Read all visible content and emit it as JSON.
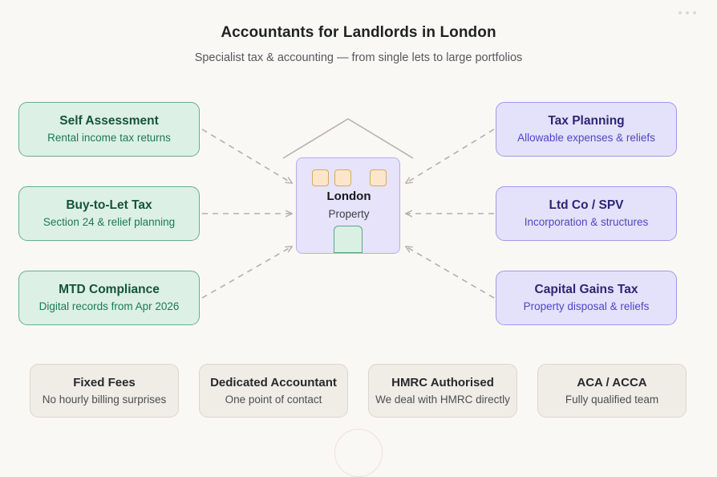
{
  "page": {
    "background_color": "#faf8f4",
    "menu_dots": "•••"
  },
  "header": {
    "title": "Accountants for Landlords in London",
    "subtitle": "Specialist tax & accounting — from single lets to large portfolios"
  },
  "center": {
    "label": "London",
    "sublabel": "Property",
    "body_color": "#e6e3fb",
    "border_color": "#b4aeee",
    "window_color": "#fbe6c9",
    "door_color": "#daf0e3"
  },
  "left_cards": [
    {
      "title": "Self Assessment",
      "subtitle": "Rental income tax returns"
    },
    {
      "title": "Buy-to-Let Tax",
      "subtitle": "Section 24 & relief planning"
    },
    {
      "title": "MTD Compliance",
      "subtitle": "Digital records from Apr 2026"
    }
  ],
  "right_cards": [
    {
      "title": "Tax Planning",
      "subtitle": "Allowable expenses & reliefs"
    },
    {
      "title": "Ltd Co / SPV",
      "subtitle": "Incorporation & structures"
    },
    {
      "title": "Capital Gains Tax",
      "subtitle": "Property disposal & reliefs"
    }
  ],
  "badges": [
    {
      "title": "Fixed Fees",
      "subtitle": "No hourly billing surprises"
    },
    {
      "title": "Dedicated Accountant",
      "subtitle": "One point of contact"
    },
    {
      "title": "HMRC Authorised",
      "subtitle": "We deal with HMRC directly"
    },
    {
      "title": "ACA / ACCA",
      "subtitle": "Fully qualified team"
    }
  ],
  "theme": {
    "green_bg": "#ddf0e6",
    "green_border": "#63b08c",
    "green_title": "#14543a",
    "green_sub": "#1b7a53",
    "purple_bg": "#e4e2fb",
    "purple_border": "#9f99e8",
    "purple_title": "#2c2673",
    "purple_sub": "#4f45c4",
    "badge_bg": "#f0ece6",
    "badge_border": "#dcd6cd",
    "connector": "#b3b0ab"
  }
}
